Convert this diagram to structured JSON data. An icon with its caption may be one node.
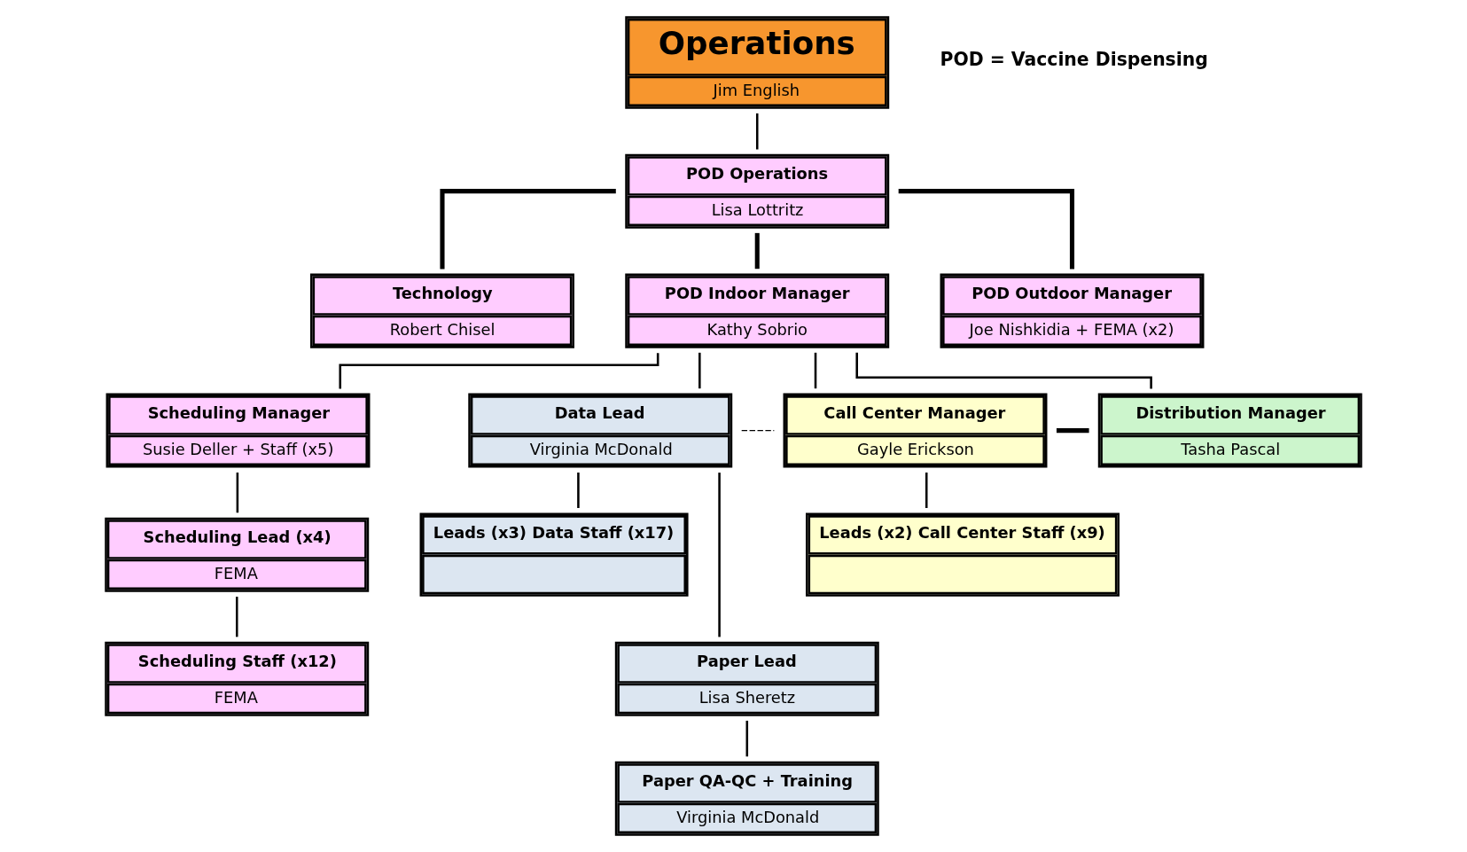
{
  "diagram": {
    "nodes": [
      {
        "text": [
          "Operations",
          "Jim English"
        ]
      },
      {
        "text": [
          "POD Operations",
          "Lisa Lottritz"
        ]
      },
      {
        "text": [
          "Technology",
          "Robert Chisel"
        ]
      },
      {
        "text": [
          "POD Indoor Manager",
          "Kathy Sobrio"
        ]
      },
      {
        "text": [
          "POD Outdoor Manager",
          "Joe Nishkidia + FEMA (x2)"
        ]
      },
      {
        "text": [
          "Scheduling Manager",
          "Susie Deller + Staff (x5)"
        ]
      },
      {
        "text": [
          "Data Lead",
          "Virginia McDonald"
        ]
      },
      {
        "text": [
          "Call Center Manager",
          "Gayle Erickson"
        ]
      },
      {
        "text": [
          "Distribution Manager",
          "Tasha Pascal"
        ]
      },
      {
        "text": [
          "Scheduling Lead (x4)",
          "FEMA"
        ]
      },
      {
        "text": [
          "Leads (x3) Data Staff (x17)"
        ]
      },
      {
        "text": [
          "Leads (x2) Call Center Staff (x9)"
        ]
      },
      {
        "text": [
          "Scheduling Staff (x12)",
          "FEMA"
        ]
      },
      {
        "text": [
          "Paper Lead",
          "Lisa Sheretz"
        ]
      },
      {
        "text": [
          "Paper QA-QC + Training",
          "Virginia McDonald"
        ]
      }
    ],
    "edges": [
      {
        "from": 0,
        "to": 1,
        "arrow": "none"
      },
      {
        "from": 1,
        "to": 2,
        "arrow": "none",
        "style": "thick"
      },
      {
        "from": 1,
        "to": 3,
        "arrow": "none",
        "style": "thick"
      },
      {
        "from": 1,
        "to": 4,
        "arrow": "none",
        "style": "thick"
      },
      {
        "from": 3,
        "to": 5,
        "arrow": "none"
      },
      {
        "from": 3,
        "to": 6,
        "arrow": "none"
      },
      {
        "from": 3,
        "to": 7,
        "arrow": "none"
      },
      {
        "from": 3,
        "to": 8,
        "arrow": "none"
      },
      {
        "from": 6,
        "to": 7,
        "arrow": "none",
        "style": "dashed"
      },
      {
        "from": 7,
        "to": 8,
        "arrow": "none",
        "style": "thick"
      },
      {
        "from": 5,
        "to": 9,
        "arrow": "none"
      },
      {
        "from": 9,
        "to": 12,
        "arrow": "none"
      },
      {
        "from": 6,
        "to": 10,
        "arrow": "none"
      },
      {
        "from": 6,
        "to": 13,
        "arrow": "none"
      },
      {
        "from": 7,
        "to": 11,
        "arrow": "none"
      },
      {
        "from": 13,
        "to": 14,
        "arrow": "none"
      }
    ],
    "labels": [
      "POD = Vaccine Dispensing"
    ]
  }
}
